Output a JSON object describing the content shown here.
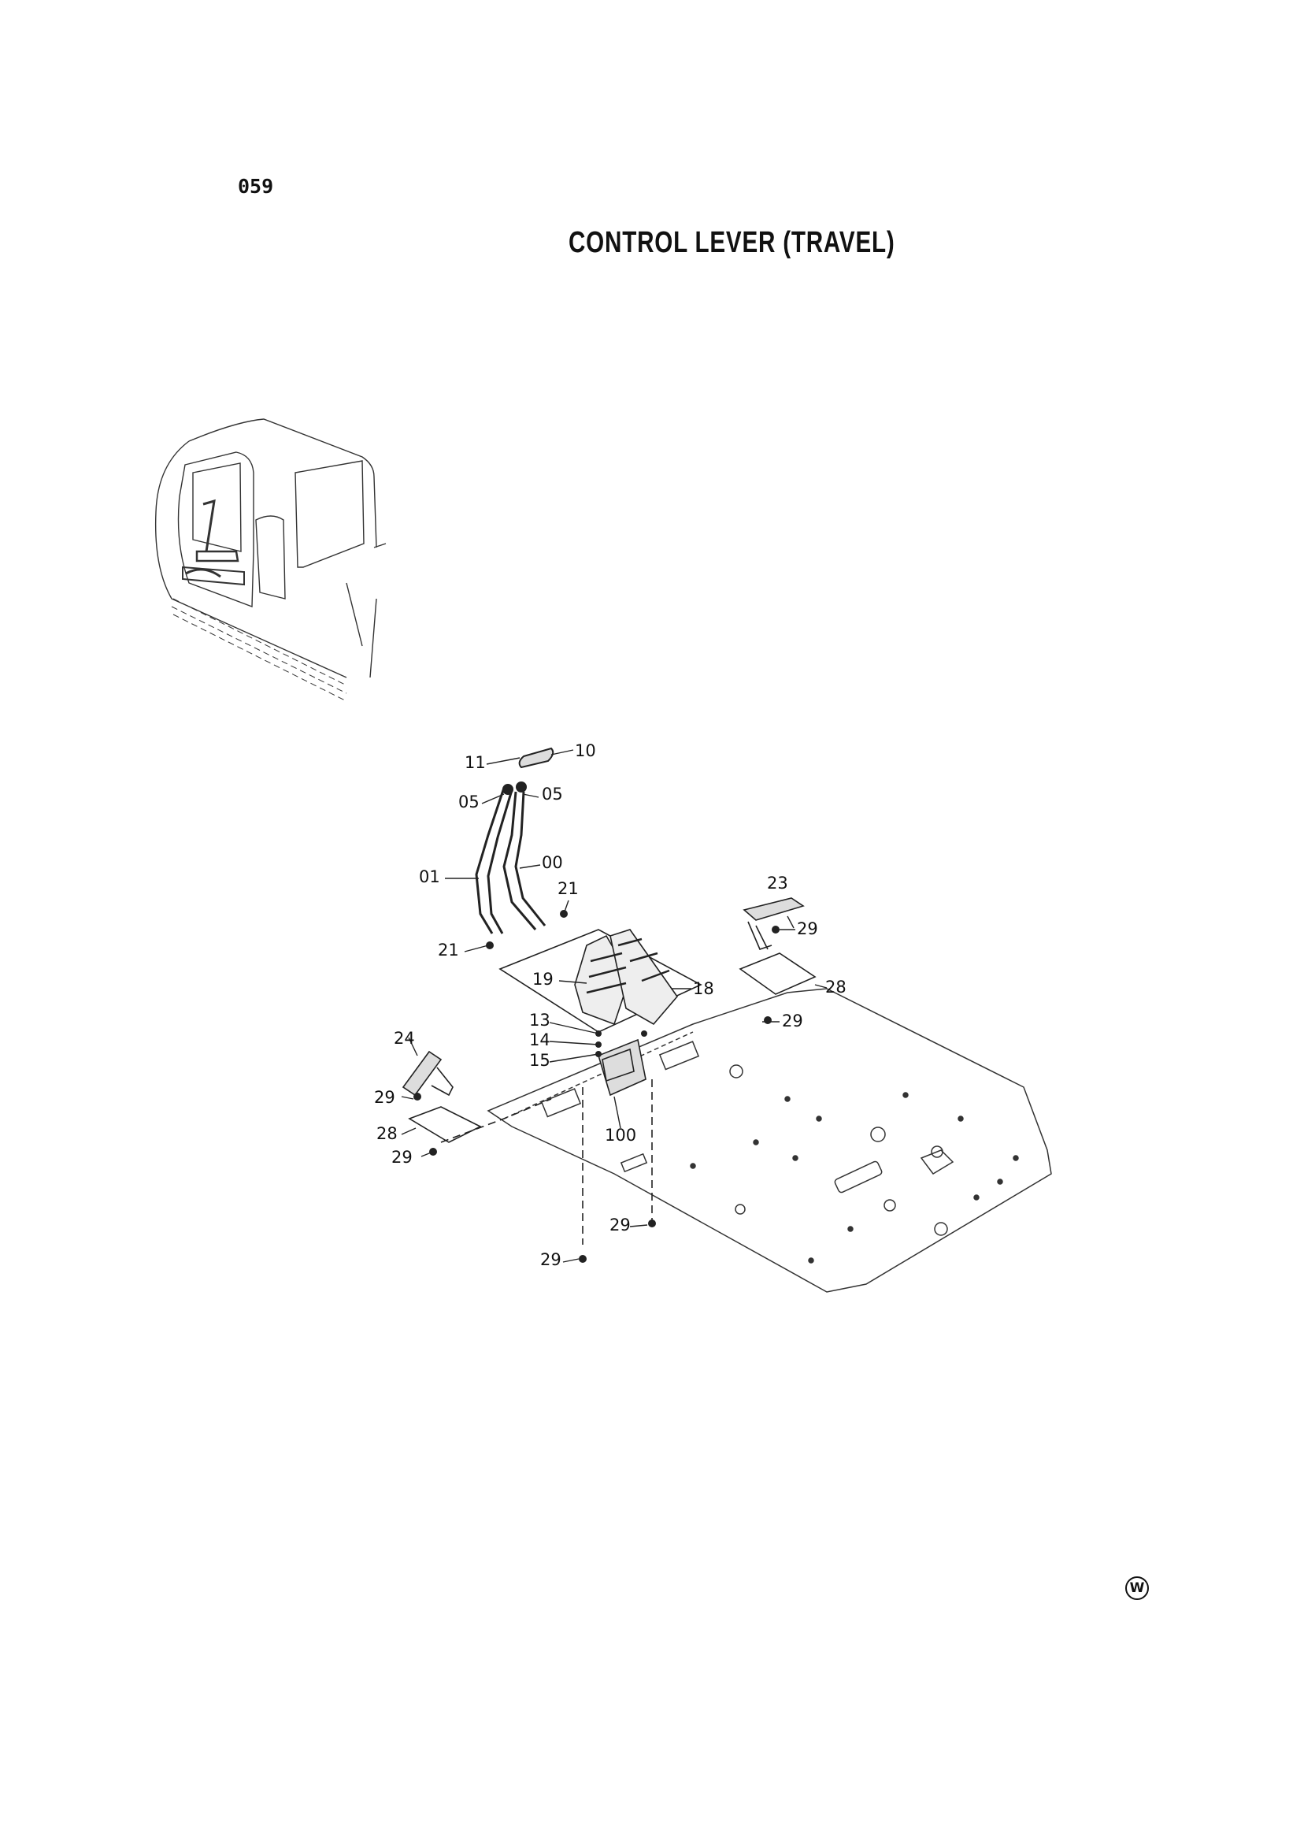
{
  "page": {
    "number": "059",
    "title": "CONTROL LEVER (TRAVEL)",
    "corner_mark": "W"
  },
  "callouts": {
    "c00": "00",
    "c01": "01",
    "c05a": "05",
    "c05b": "05",
    "c10": "10",
    "c11": "11",
    "c13": "13",
    "c14": "14",
    "c15": "15",
    "c18": "18",
    "c19": "19",
    "c21a": "21",
    "c21b": "21",
    "c23": "23",
    "c24": "24",
    "c28a": "28",
    "c28b": "28",
    "c29a": "29",
    "c29b": "29",
    "c29c": "29",
    "c29d": "29",
    "c29e": "29",
    "c29f": "29",
    "c100": "100"
  }
}
